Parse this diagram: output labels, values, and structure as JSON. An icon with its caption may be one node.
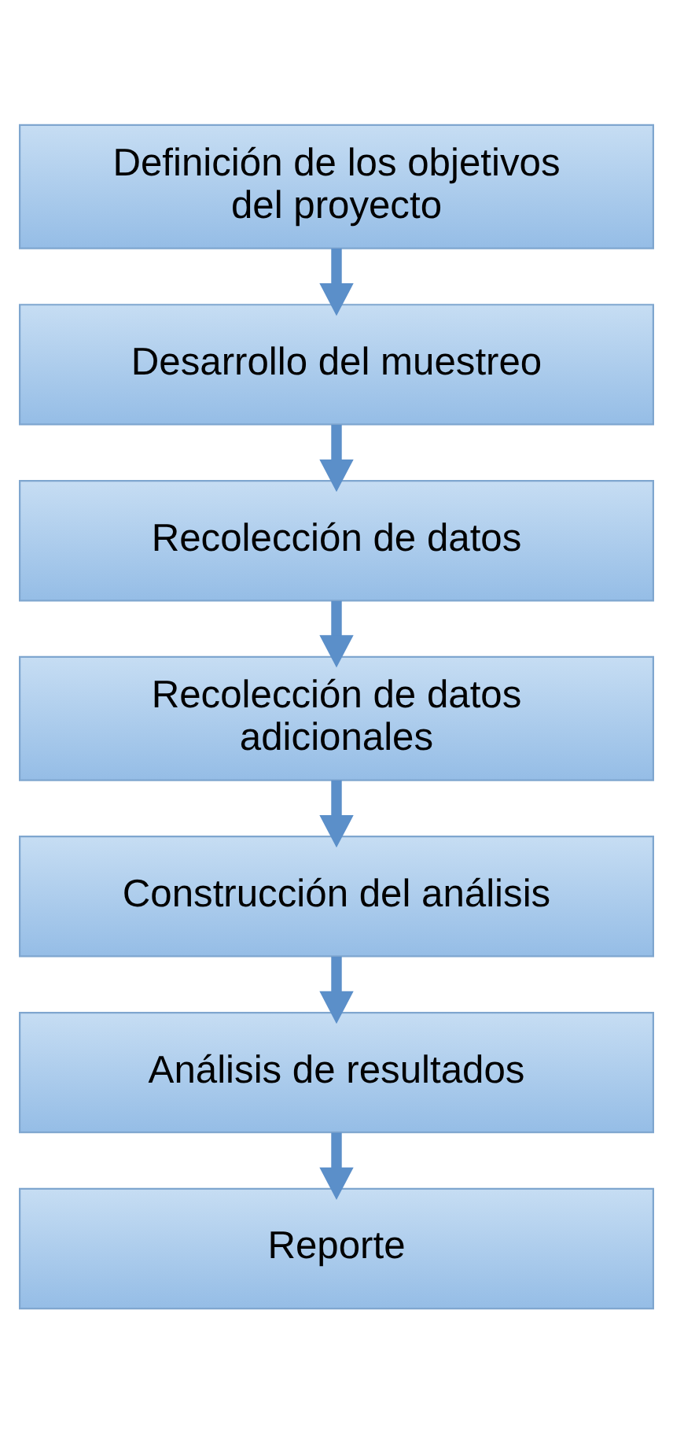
{
  "diagram": {
    "nodes": [
      {
        "text": [
          "Definición de los objetivos del proyecto"
        ]
      },
      {
        "text": [
          "Desarrollo del muestreo"
        ]
      },
      {
        "text": [
          "Recolección de datos"
        ]
      },
      {
        "text": [
          "Recolección de datos adicionales"
        ]
      },
      {
        "text": [
          "Construcción del análisis"
        ]
      },
      {
        "text": [
          "Análisis de resultados"
        ]
      },
      {
        "text": [
          "Reporte"
        ]
      }
    ],
    "edges": [
      {
        "from": 0,
        "to": 1,
        "arrow": "to"
      },
      {
        "from": 1,
        "to": 2,
        "arrow": "to"
      },
      {
        "from": 2,
        "to": 3,
        "arrow": "to"
      },
      {
        "from": 3,
        "to": 4,
        "arrow": "to"
      },
      {
        "from": 4,
        "to": 5,
        "arrow": "to"
      },
      {
        "from": 5,
        "to": 6,
        "arrow": "to"
      }
    ]
  }
}
